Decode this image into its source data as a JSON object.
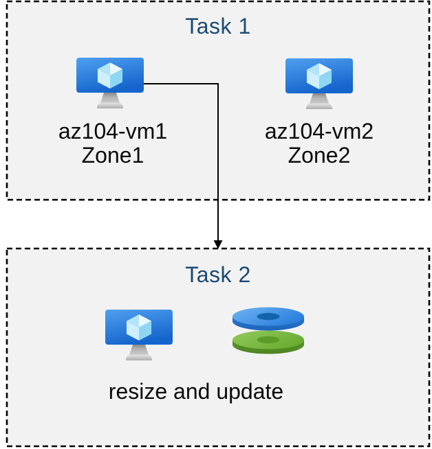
{
  "colors": {
    "page_background": "#ffffff",
    "panel_fill": "#f2f2f2",
    "panel_border": "#000000",
    "title_text": "#1b4a73",
    "label_text": "#0b0b0b",
    "vm_screen_top": "#4fa0f0",
    "vm_screen_bottom": "#1565cd",
    "disk_blue": "#2a7fdc",
    "disk_green": "#69ad31",
    "connector": "#000000"
  },
  "task1": {
    "title": "Task 1",
    "vms": [
      {
        "icon": "azure-virtual-machine-icon",
        "name": "az104-vm1",
        "zone": "Zone1"
      },
      {
        "icon": "azure-virtual-machine-icon",
        "name": "az104-vm2",
        "zone": "Zone2"
      }
    ]
  },
  "task2": {
    "title": "Task 2",
    "icons": [
      "azure-virtual-machine-icon",
      "azure-disks-icon"
    ],
    "caption": "resize and update"
  },
  "connector": {
    "from": "az104-vm1",
    "to": "Task 2"
  }
}
